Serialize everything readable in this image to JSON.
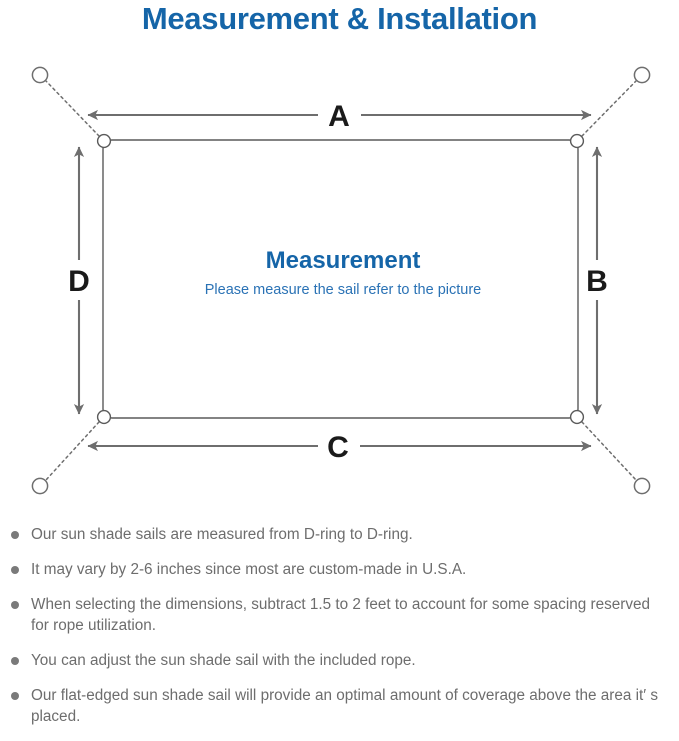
{
  "page": {
    "title": "Measurement & Installation",
    "background_color": "#ffffff",
    "title_color": "#1565a8"
  },
  "diagram": {
    "name": "sun-shade-sail-measurement-diagram",
    "center": {
      "heading": "Measurement",
      "subheading": "Please measure the sail refer to the picture",
      "heading_color": "#1565a8",
      "subheading_color": "#2a72b5"
    },
    "dimension_labels": {
      "top": "A",
      "right": "B",
      "bottom": "C",
      "left": "D"
    },
    "line_color": "#6e6e6e",
    "sail_edge_color": "#5a5a5a",
    "label_color": "#1a1a1a"
  },
  "notes": [
    "Our sun shade sails are measured from D-ring to D-ring.",
    "It may vary by 2-6 inches since most are custom-made in U.S.A.",
    "When selecting the dimensions, subtract 1.5 to 2 feet to account for some spacing reserved for rope utilization.",
    "You can adjust the sun shade sail with the included rope.",
    "Our flat-edged sun shade sail will provide an optimal amount of coverage above the area it′ s placed."
  ]
}
